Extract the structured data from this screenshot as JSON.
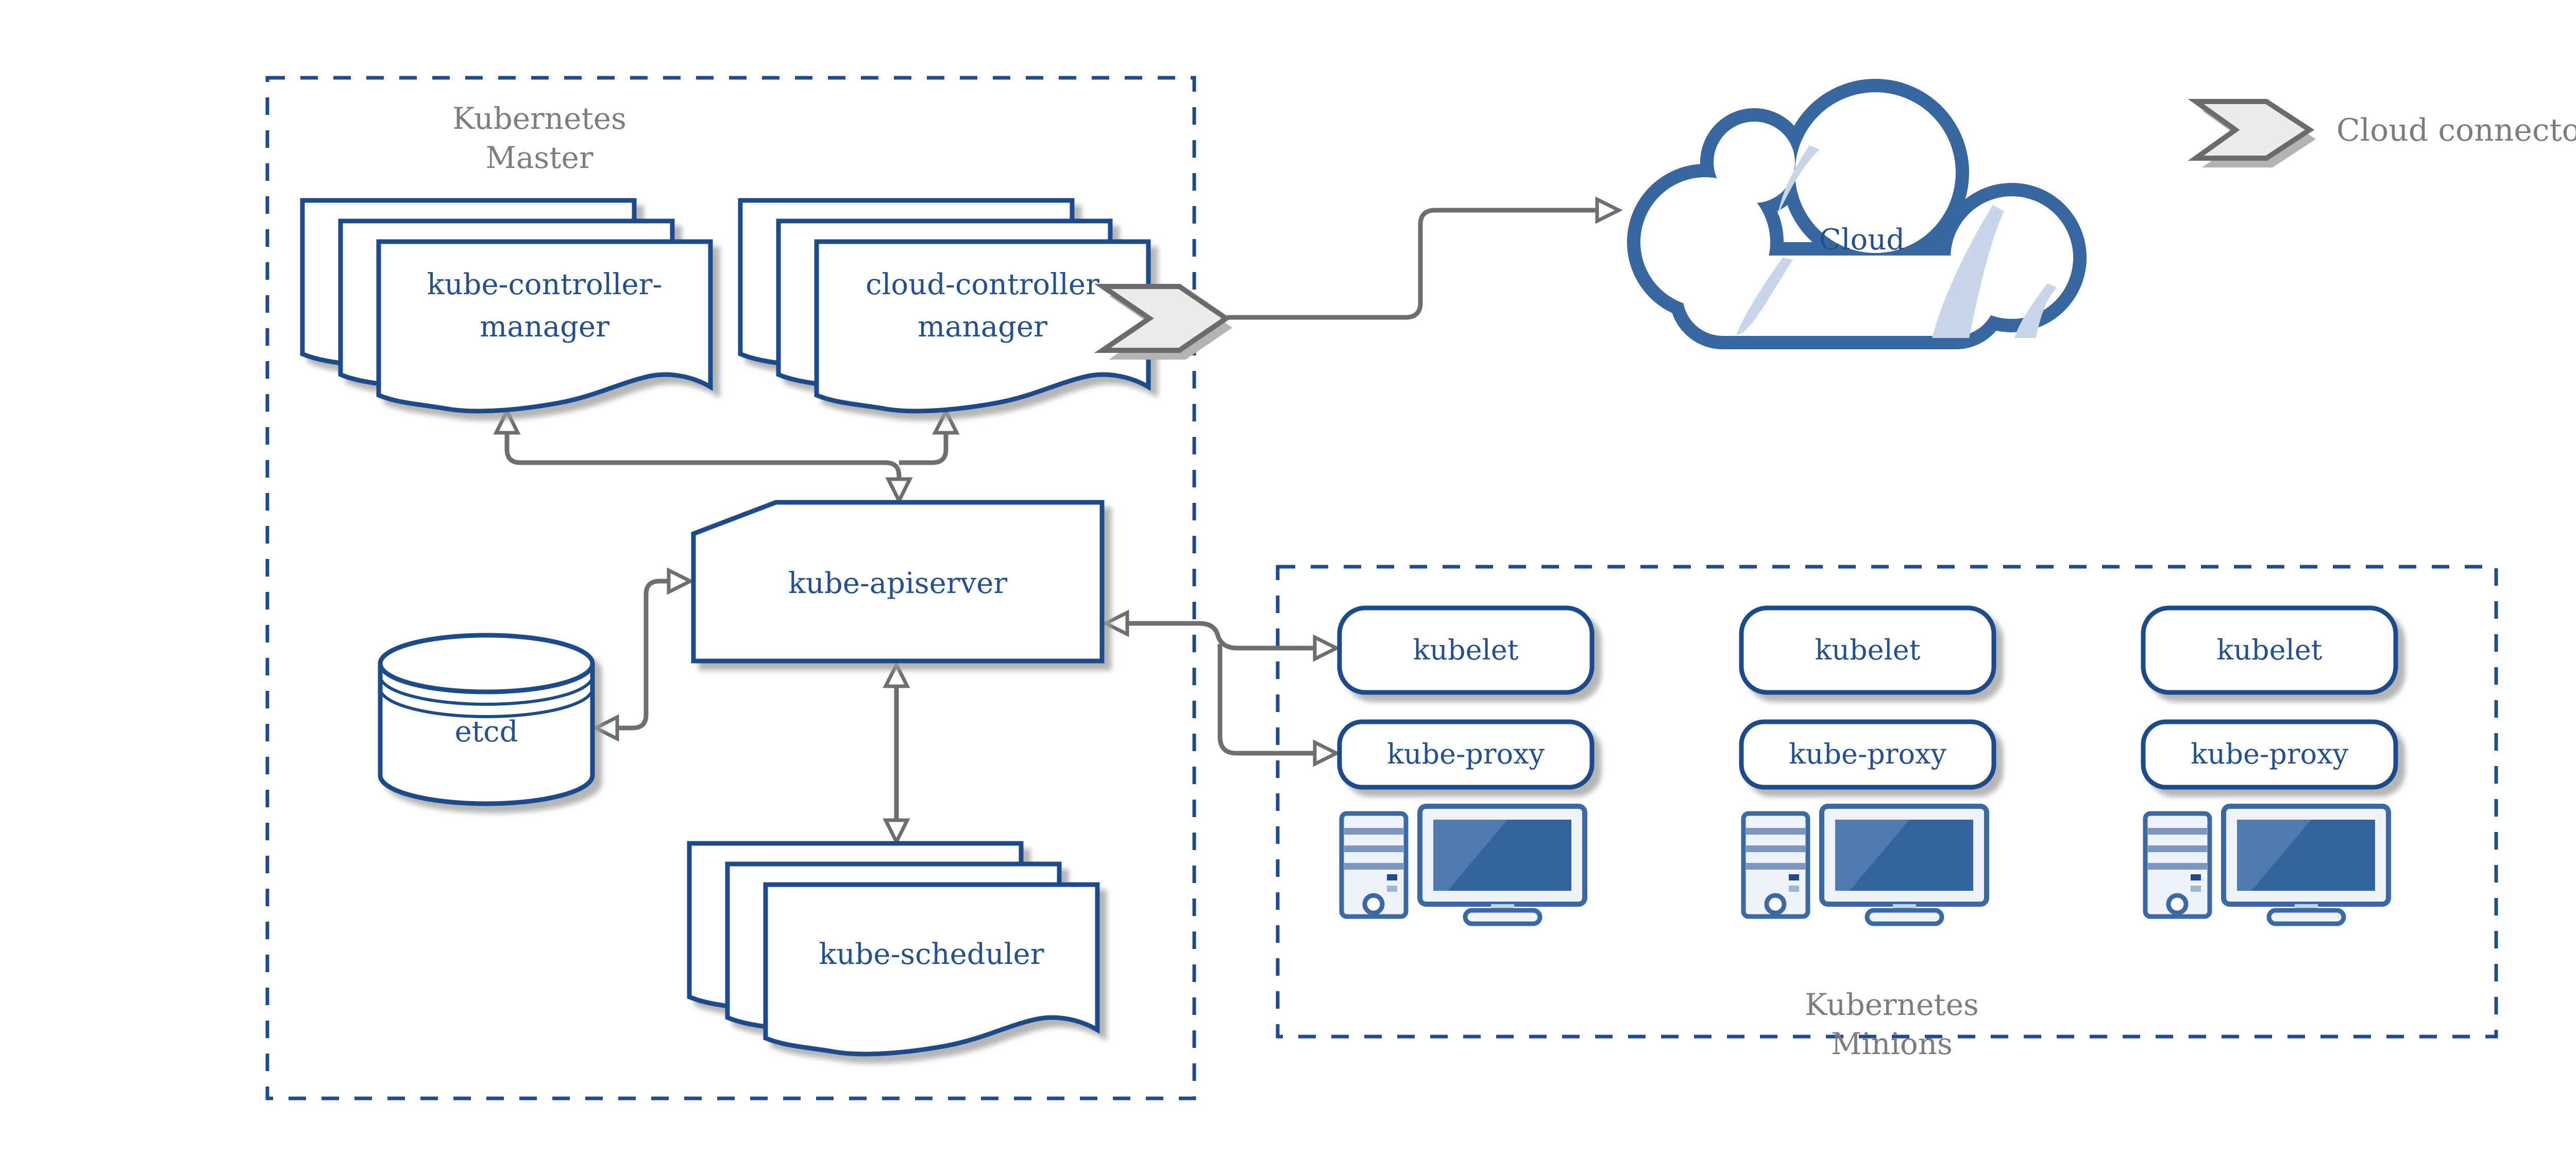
{
  "master": {
    "title_line1": "Kubernetes",
    "title_line2": "Master",
    "kube_controller_manager": {
      "line1": "kube-controller-",
      "line2": "manager"
    },
    "cloud_controller_manager": {
      "line1": "cloud-controller",
      "line2": "manager"
    },
    "kube_apiserver": "kube-apiserver",
    "etcd": "etcd",
    "kube_scheduler": "kube-scheduler"
  },
  "minions": {
    "title_line1": "Kubernetes",
    "title_line2": "Minions",
    "nodes": [
      {
        "kubelet": "kubelet",
        "kube_proxy": "kube-proxy"
      },
      {
        "kubelet": "kubelet",
        "kube_proxy": "kube-proxy"
      },
      {
        "kubelet": "kubelet",
        "kube_proxy": "kube-proxy"
      }
    ]
  },
  "cloud": {
    "label": "Cloud"
  },
  "legend": {
    "label": "Cloud connector"
  },
  "colors": {
    "navy_border": "#1f4b8c",
    "navy_text": "#25508f",
    "steel_blue": "#3a69a5",
    "screen_blue": "#35639e",
    "light_blue_fill": "#c9d6e9",
    "panel_fill": "#eef3fa",
    "gray_text": "#7d7d7d",
    "arrow_gray": "#6e6e6e",
    "shadow_gray": "#b0b0b0"
  }
}
